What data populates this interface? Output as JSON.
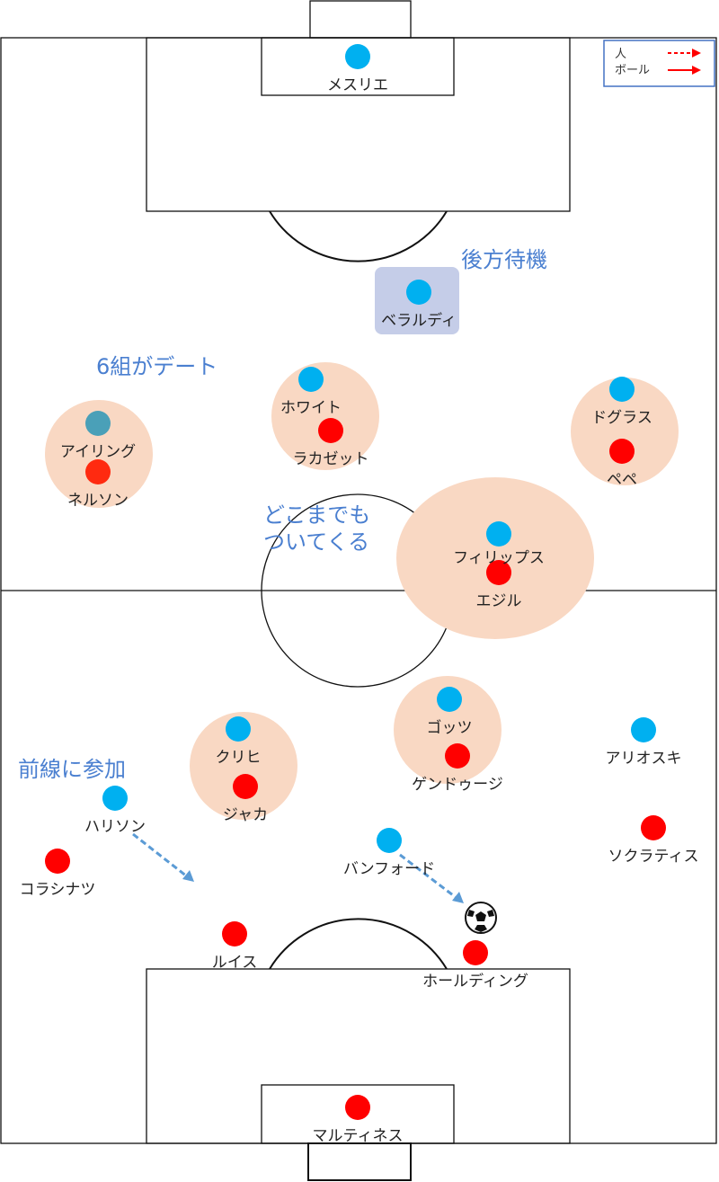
{
  "legend": {
    "person": "人",
    "ball": "ボール"
  },
  "annotations": {
    "wait_back": "後方待機",
    "six_pairs": "6組がデート",
    "follow_1": "どこまでも",
    "follow_2": "ついてくる",
    "join_attack": "前線に参加"
  },
  "colors": {
    "blue_team": "#00b0f0",
    "red_team": "#ff0000",
    "marking_zone": "#f9d8c3",
    "note": "#4a7fd0",
    "arrow": "#5b9bd5"
  },
  "blue_players": [
    "メスリエ",
    "ベラルディ",
    "ホワイト",
    "アイリング",
    "ドグラス",
    "フィリップス",
    "ゴッツ",
    "クリヒ",
    "アリオスキ",
    "ハリソン",
    "バンフォード"
  ],
  "red_players": [
    "ラカゼット",
    "ネルソン",
    "ペペ",
    "エジル",
    "ゲンドゥージ",
    "ジャカ",
    "ソクラティス",
    "コラシナツ",
    "ルイス",
    "ホールディング",
    "マルティネス"
  ]
}
